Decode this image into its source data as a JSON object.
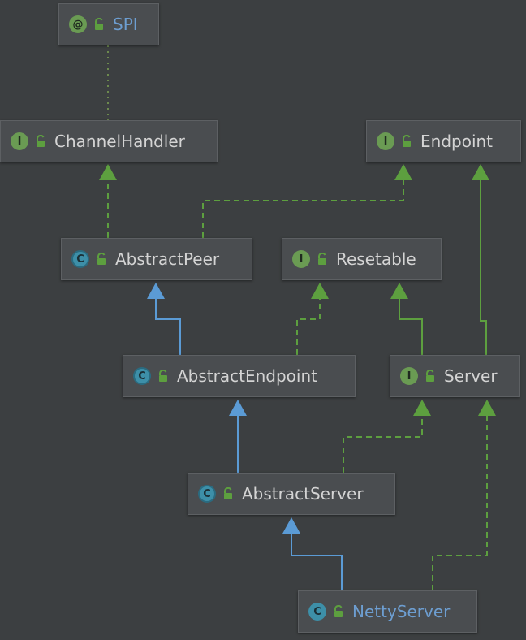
{
  "colors": {
    "implements": "#5d9f3f",
    "extends": "#5b9bd5",
    "annotation_link": "#6d8a4e",
    "node_bg": "#4a4d50",
    "text": "#d4d4d4",
    "highlight_text": "#6d9ed1"
  },
  "nodes": {
    "spi": {
      "badge": "@",
      "label": "SPI",
      "kind": "annotation"
    },
    "channel_handler": {
      "badge": "I",
      "label": "ChannelHandler",
      "kind": "interface"
    },
    "endpoint": {
      "badge": "I",
      "label": "Endpoint",
      "kind": "interface"
    },
    "abstract_peer": {
      "badge": "C",
      "label": "AbstractPeer",
      "kind": "abstract-class"
    },
    "resetable": {
      "badge": "I",
      "label": "Resetable",
      "kind": "interface"
    },
    "abstract_endpoint": {
      "badge": "C",
      "label": "AbstractEndpoint",
      "kind": "abstract-class"
    },
    "server": {
      "badge": "I",
      "label": "Server",
      "kind": "interface"
    },
    "abstract_server": {
      "badge": "C",
      "label": "AbstractServer",
      "kind": "abstract-class"
    },
    "netty_server": {
      "badge": "C",
      "label": "NettyServer",
      "kind": "class"
    }
  },
  "icons": {
    "visibility": "lock-icon"
  }
}
